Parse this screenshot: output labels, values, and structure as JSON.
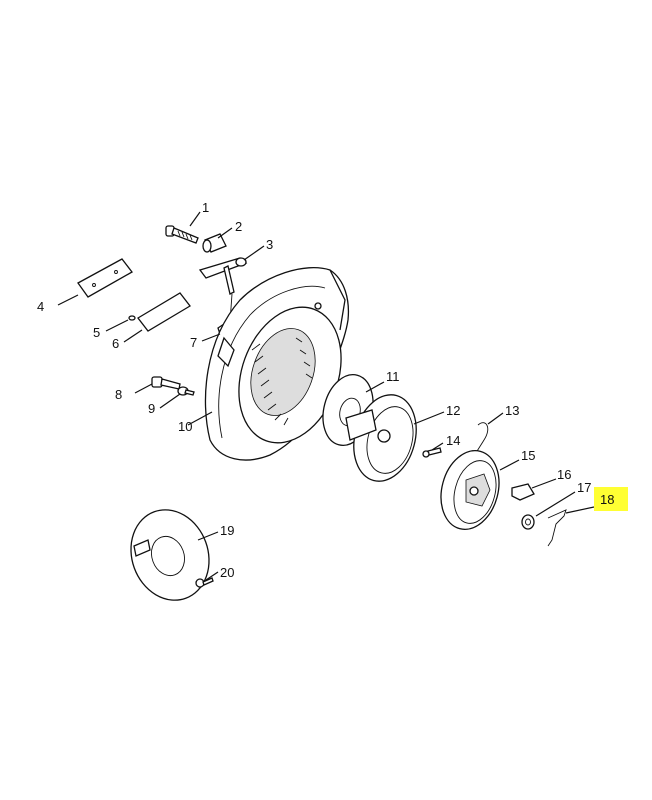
{
  "callouts": [
    {
      "id": "1",
      "label": "1"
    },
    {
      "id": "2",
      "label": "2"
    },
    {
      "id": "3",
      "label": "3"
    },
    {
      "id": "4",
      "label": "4"
    },
    {
      "id": "5",
      "label": "5"
    },
    {
      "id": "6",
      "label": "6"
    },
    {
      "id": "7",
      "label": "7"
    },
    {
      "id": "8",
      "label": "8"
    },
    {
      "id": "9",
      "label": "9"
    },
    {
      "id": "10",
      "label": "10"
    },
    {
      "id": "11",
      "label": "11"
    },
    {
      "id": "12",
      "label": "12"
    },
    {
      "id": "13",
      "label": "13"
    },
    {
      "id": "14",
      "label": "14"
    },
    {
      "id": "15",
      "label": "15",
      "highlighted": true
    },
    {
      "id": "16",
      "label": "16"
    },
    {
      "id": "17",
      "label": "17"
    },
    {
      "id": "18",
      "label": "18"
    },
    {
      "id": "19",
      "label": "19"
    },
    {
      "id": "20",
      "label": "20"
    }
  ],
  "highlight_color": "#ffff33"
}
